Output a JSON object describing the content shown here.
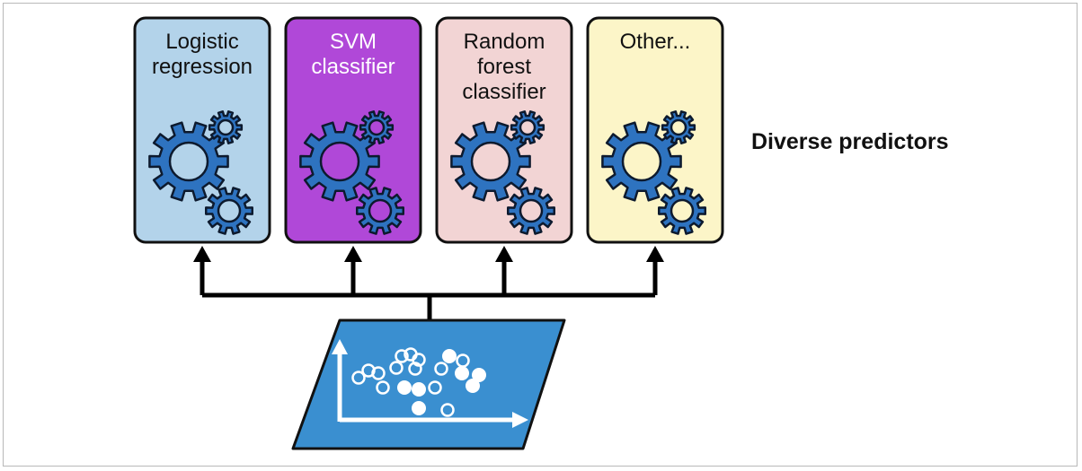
{
  "diagram": {
    "side_label": "Diverse predictors",
    "predictors": [
      {
        "lines": [
          "Logistic",
          "regression"
        ],
        "fill": "#b3d3ea",
        "text_color": "#111111"
      },
      {
        "lines": [
          "SVM",
          "classifier"
        ],
        "fill": "#b048d8",
        "text_color": "#ffffff"
      },
      {
        "lines": [
          "Random",
          "forest",
          "classifier"
        ],
        "fill": "#f2d4d4",
        "text_color": "#111111"
      },
      {
        "lines": [
          "Other..."
        ],
        "fill": "#fcf5c8",
        "text_color": "#111111"
      }
    ],
    "colors": {
      "gear_fill": "#2e73c0",
      "gear_stroke": "#0d1a2e",
      "dataset_fill": "#3a8fd0",
      "arrow": "#000000",
      "frame": "#b8b8b8"
    },
    "dataset_icon": "scatter-plot-dataset-icon",
    "gear_icon": "gears-icon"
  }
}
